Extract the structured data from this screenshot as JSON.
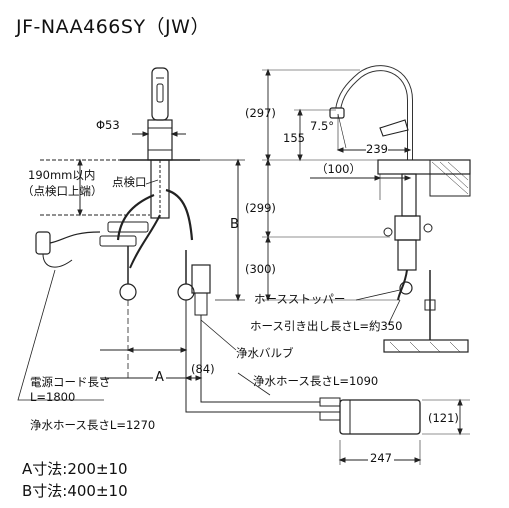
{
  "title": "JF-NAA466SY（JW）",
  "labels": {
    "phi": "Φ53",
    "limit_line1": "190mm以内",
    "limit_line2": "（点検口上端）",
    "inspection_port": "点検口",
    "b": "B",
    "a": "A",
    "d297": "(297)",
    "d75": "7.5°",
    "d155": "155",
    "d239": "239",
    "d100": "（100）",
    "d299": "(299)",
    "d300": "(300)",
    "hose_stopper": "ホースストッパー",
    "hose_pull": "ホース引き出し長さL=約350",
    "filter_valve": "浄水バルブ",
    "d84": "(84)",
    "cord_line1": "電源コード長さ",
    "cord_line2": "L=1800",
    "hose1090": "浄水ホース長さL=1090",
    "hose1270": "浄水ホース長さL=1270",
    "d121": "(121)",
    "d247": "247"
  },
  "dimensions": {
    "a": "A寸法:200±10",
    "b": "B寸法:400±10"
  }
}
